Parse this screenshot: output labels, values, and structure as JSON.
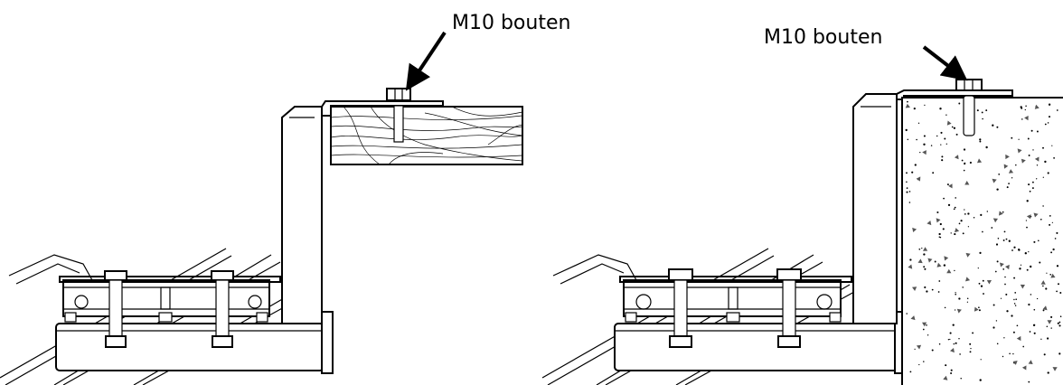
{
  "callouts": {
    "left": "M10 bouten",
    "right": "M10 bouten"
  },
  "colors": {
    "line": "#000000",
    "background": "#ffffff"
  },
  "details": [
    {
      "id": "left",
      "substrate": "timber",
      "fastener": "M10 bouten"
    },
    {
      "id": "right",
      "substrate": "concrete",
      "fastener": "M10 bouten"
    }
  ]
}
